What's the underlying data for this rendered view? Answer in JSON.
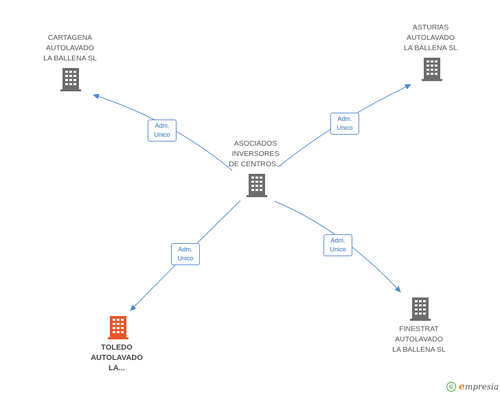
{
  "center": {
    "lines": [
      "ASOCIADOS",
      "INVERSORES",
      "DE CENTROS..."
    ]
  },
  "nodes": [
    {
      "id": "cartagena",
      "lines": [
        "CARTAGENA",
        "AUTOLAVADO",
        "LA BALLENA SL"
      ],
      "color": "#6d6d6d",
      "focus": false
    },
    {
      "id": "asturias",
      "lines": [
        "ASTURIAS",
        "AUTOLAVADO",
        "LA BALLENA SL"
      ],
      "color": "#6d6d6d",
      "focus": false
    },
    {
      "id": "toledo",
      "lines": [
        "TOLEDO",
        "AUTOLAVADO",
        "LA..."
      ],
      "color": "#e8562a",
      "focus": true
    },
    {
      "id": "finestrat",
      "lines": [
        "FINESTRAT",
        "AUTOLAVADO",
        "LA BALLENA SL"
      ],
      "color": "#6d6d6d",
      "focus": false
    }
  ],
  "edges": [
    {
      "to": "cartagena",
      "role": [
        "Adm.",
        "Unico"
      ]
    },
    {
      "to": "asturias",
      "role": [
        "Adm.",
        "Unico"
      ]
    },
    {
      "to": "toledo",
      "role": [
        "Adm.",
        "Unico"
      ]
    },
    {
      "to": "finestrat",
      "role": [
        "Adm.",
        "Unico"
      ]
    }
  ],
  "colors": {
    "edge": "#4a86d0",
    "building": "#6d6d6d",
    "focus": "#e8562a"
  },
  "footer": {
    "copyright": "©",
    "brand_initial": "e",
    "brand_rest": "mpresia"
  }
}
